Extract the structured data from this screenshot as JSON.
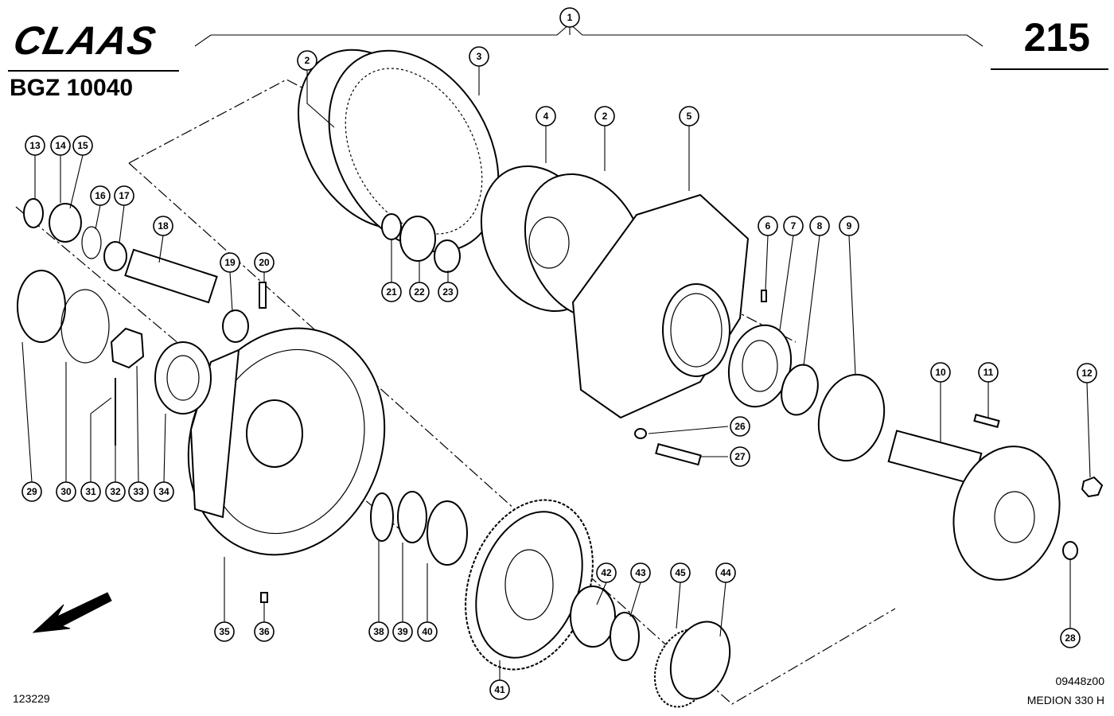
{
  "header": {
    "brand": "CLAAS",
    "document_number": "BGZ 10040",
    "page_number": "215"
  },
  "footer": {
    "reference_number": "123229",
    "drawing_code": "09448z00",
    "model": "MEDION 330 H"
  },
  "callouts": [
    {
      "id": "c1",
      "n": "1"
    },
    {
      "id": "c2a",
      "n": "2"
    },
    {
      "id": "c3",
      "n": "3"
    },
    {
      "id": "c4",
      "n": "4"
    },
    {
      "id": "c2b",
      "n": "2"
    },
    {
      "id": "c5",
      "n": "5"
    },
    {
      "id": "c6",
      "n": "6"
    },
    {
      "id": "c7",
      "n": "7"
    },
    {
      "id": "c8",
      "n": "8"
    },
    {
      "id": "c9",
      "n": "9"
    },
    {
      "id": "c10",
      "n": "10"
    },
    {
      "id": "c11",
      "n": "11"
    },
    {
      "id": "c12",
      "n": "12"
    },
    {
      "id": "c13",
      "n": "13"
    },
    {
      "id": "c14",
      "n": "14"
    },
    {
      "id": "c15",
      "n": "15"
    },
    {
      "id": "c16",
      "n": "16"
    },
    {
      "id": "c17",
      "n": "17"
    },
    {
      "id": "c18",
      "n": "18"
    },
    {
      "id": "c19",
      "n": "19"
    },
    {
      "id": "c20",
      "n": "20"
    },
    {
      "id": "c21",
      "n": "21"
    },
    {
      "id": "c22",
      "n": "22"
    },
    {
      "id": "c23",
      "n": "23"
    },
    {
      "id": "c26",
      "n": "26"
    },
    {
      "id": "c27",
      "n": "27"
    },
    {
      "id": "c28",
      "n": "28"
    },
    {
      "id": "c29",
      "n": "29"
    },
    {
      "id": "c30",
      "n": "30"
    },
    {
      "id": "c31",
      "n": "31"
    },
    {
      "id": "c32",
      "n": "32"
    },
    {
      "id": "c33",
      "n": "33"
    },
    {
      "id": "c34",
      "n": "34"
    },
    {
      "id": "c35",
      "n": "35"
    },
    {
      "id": "c36",
      "n": "36"
    },
    {
      "id": "c38",
      "n": "38"
    },
    {
      "id": "c39",
      "n": "39"
    },
    {
      "id": "c40",
      "n": "40"
    },
    {
      "id": "c41",
      "n": "41"
    },
    {
      "id": "c42",
      "n": "42"
    },
    {
      "id": "c43",
      "n": "43"
    },
    {
      "id": "c44",
      "n": "44"
    },
    {
      "id": "c45",
      "n": "45"
    }
  ]
}
